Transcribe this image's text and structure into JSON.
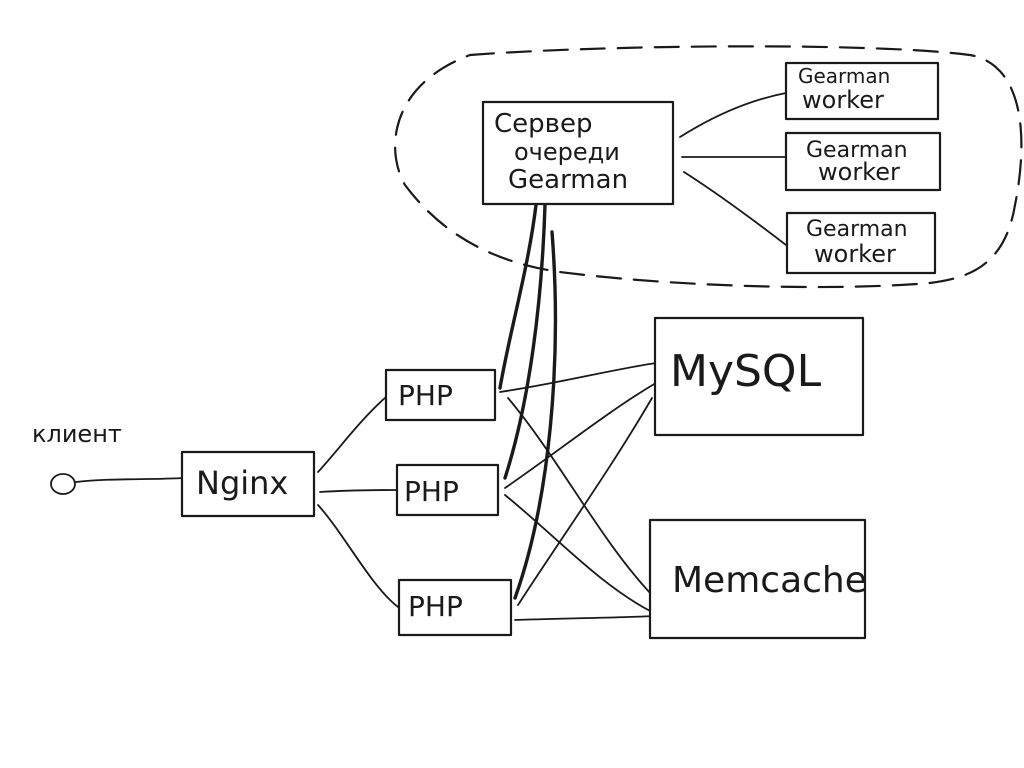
{
  "diagram": {
    "client_label": "клиент",
    "nginx_label": "Nginx",
    "php_labels": [
      "PHP",
      "PHP",
      "PHP"
    ],
    "mysql_label": "MySQL",
    "memcache_label": "Memcache",
    "gearman_server_lines": [
      "Сервер",
      "очереди",
      "Gearman"
    ],
    "workers": [
      {
        "line1": "Gearman",
        "line2": "worker"
      },
      {
        "line1": "Gearman",
        "line2": "worker"
      },
      {
        "line1": "Gearman",
        "line2": "worker"
      }
    ]
  }
}
